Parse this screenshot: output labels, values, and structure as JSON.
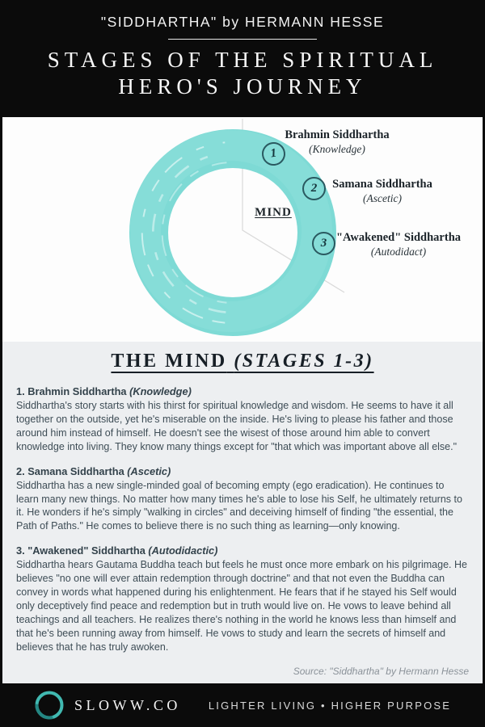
{
  "header": {
    "subtitle": "\"SIDDHARTHA\" by HERMANN HESSE",
    "title_line1": "STAGES OF THE SPIRITUAL",
    "title_line2": "HERO'S JOURNEY"
  },
  "diagram": {
    "center_label": "MIND",
    "ring_color": "#7edad5",
    "marker_outline_color": "#2a5960",
    "stages": [
      {
        "number": "1",
        "name": "Brahmin Siddhartha",
        "descriptor": "(Knowledge)"
      },
      {
        "number": "2",
        "name": "Samana Siddhartha",
        "descriptor": "(Ascetic)"
      },
      {
        "number": "3",
        "name": "\"Awakened\" Siddhartha",
        "descriptor": "(Autodidact)"
      }
    ]
  },
  "main": {
    "heading_main": "THE MIND",
    "heading_paren": "(STAGES 1-3)",
    "sections": [
      {
        "title": "1. Brahmin Siddhartha",
        "descriptor": "(Knowledge)",
        "body": "Siddhartha's story starts with his thirst for spiritual knowledge and wisdom. He seems to have it all together on the outside, yet he's miserable on the inside. He's living to please his father and those around him instead of himself. He doesn't see the wisest of those around him able to convert knowledge into living. They know many things except for \"that which was important above all else.\""
      },
      {
        "title": "2. Samana Siddhartha",
        "descriptor": "(Ascetic)",
        "body": "Siddhartha has a new single-minded goal of becoming empty (ego eradication). He continues to learn many new things. No matter how many times he's able to lose his Self, he ultimately returns to it. He wonders if he's simply \"walking in circles\" and deceiving himself of finding \"the essential, the Path of Paths.\" He comes to believe there is no such thing as learning—only knowing."
      },
      {
        "title": "3. \"Awakened\" Siddhartha",
        "descriptor": "(Autodidactic)",
        "body": "Siddhartha hears Gautama Buddha teach but feels he must once more embark on his pilgrimage. He believes \"no one will ever attain redemption through doctrine\" and that not even the Buddha can convey in words what happened during his enlightenment. He fears that if he stayed his Self would only deceptively find peace and redemption but in truth would live on. He vows to leave behind all teachings and all teachers. He realizes there's nothing in the world he knows less than himself and that he's been running away from himself. He vows to study and learn the secrets of himself and believes that he has truly awoken."
      }
    ],
    "source": "Source: \"Siddhartha\" by Hermann Hesse"
  },
  "footer": {
    "brand": "SLOWW.CO",
    "tagline": "LIGHTER LIVING • HIGHER PURPOSE"
  }
}
